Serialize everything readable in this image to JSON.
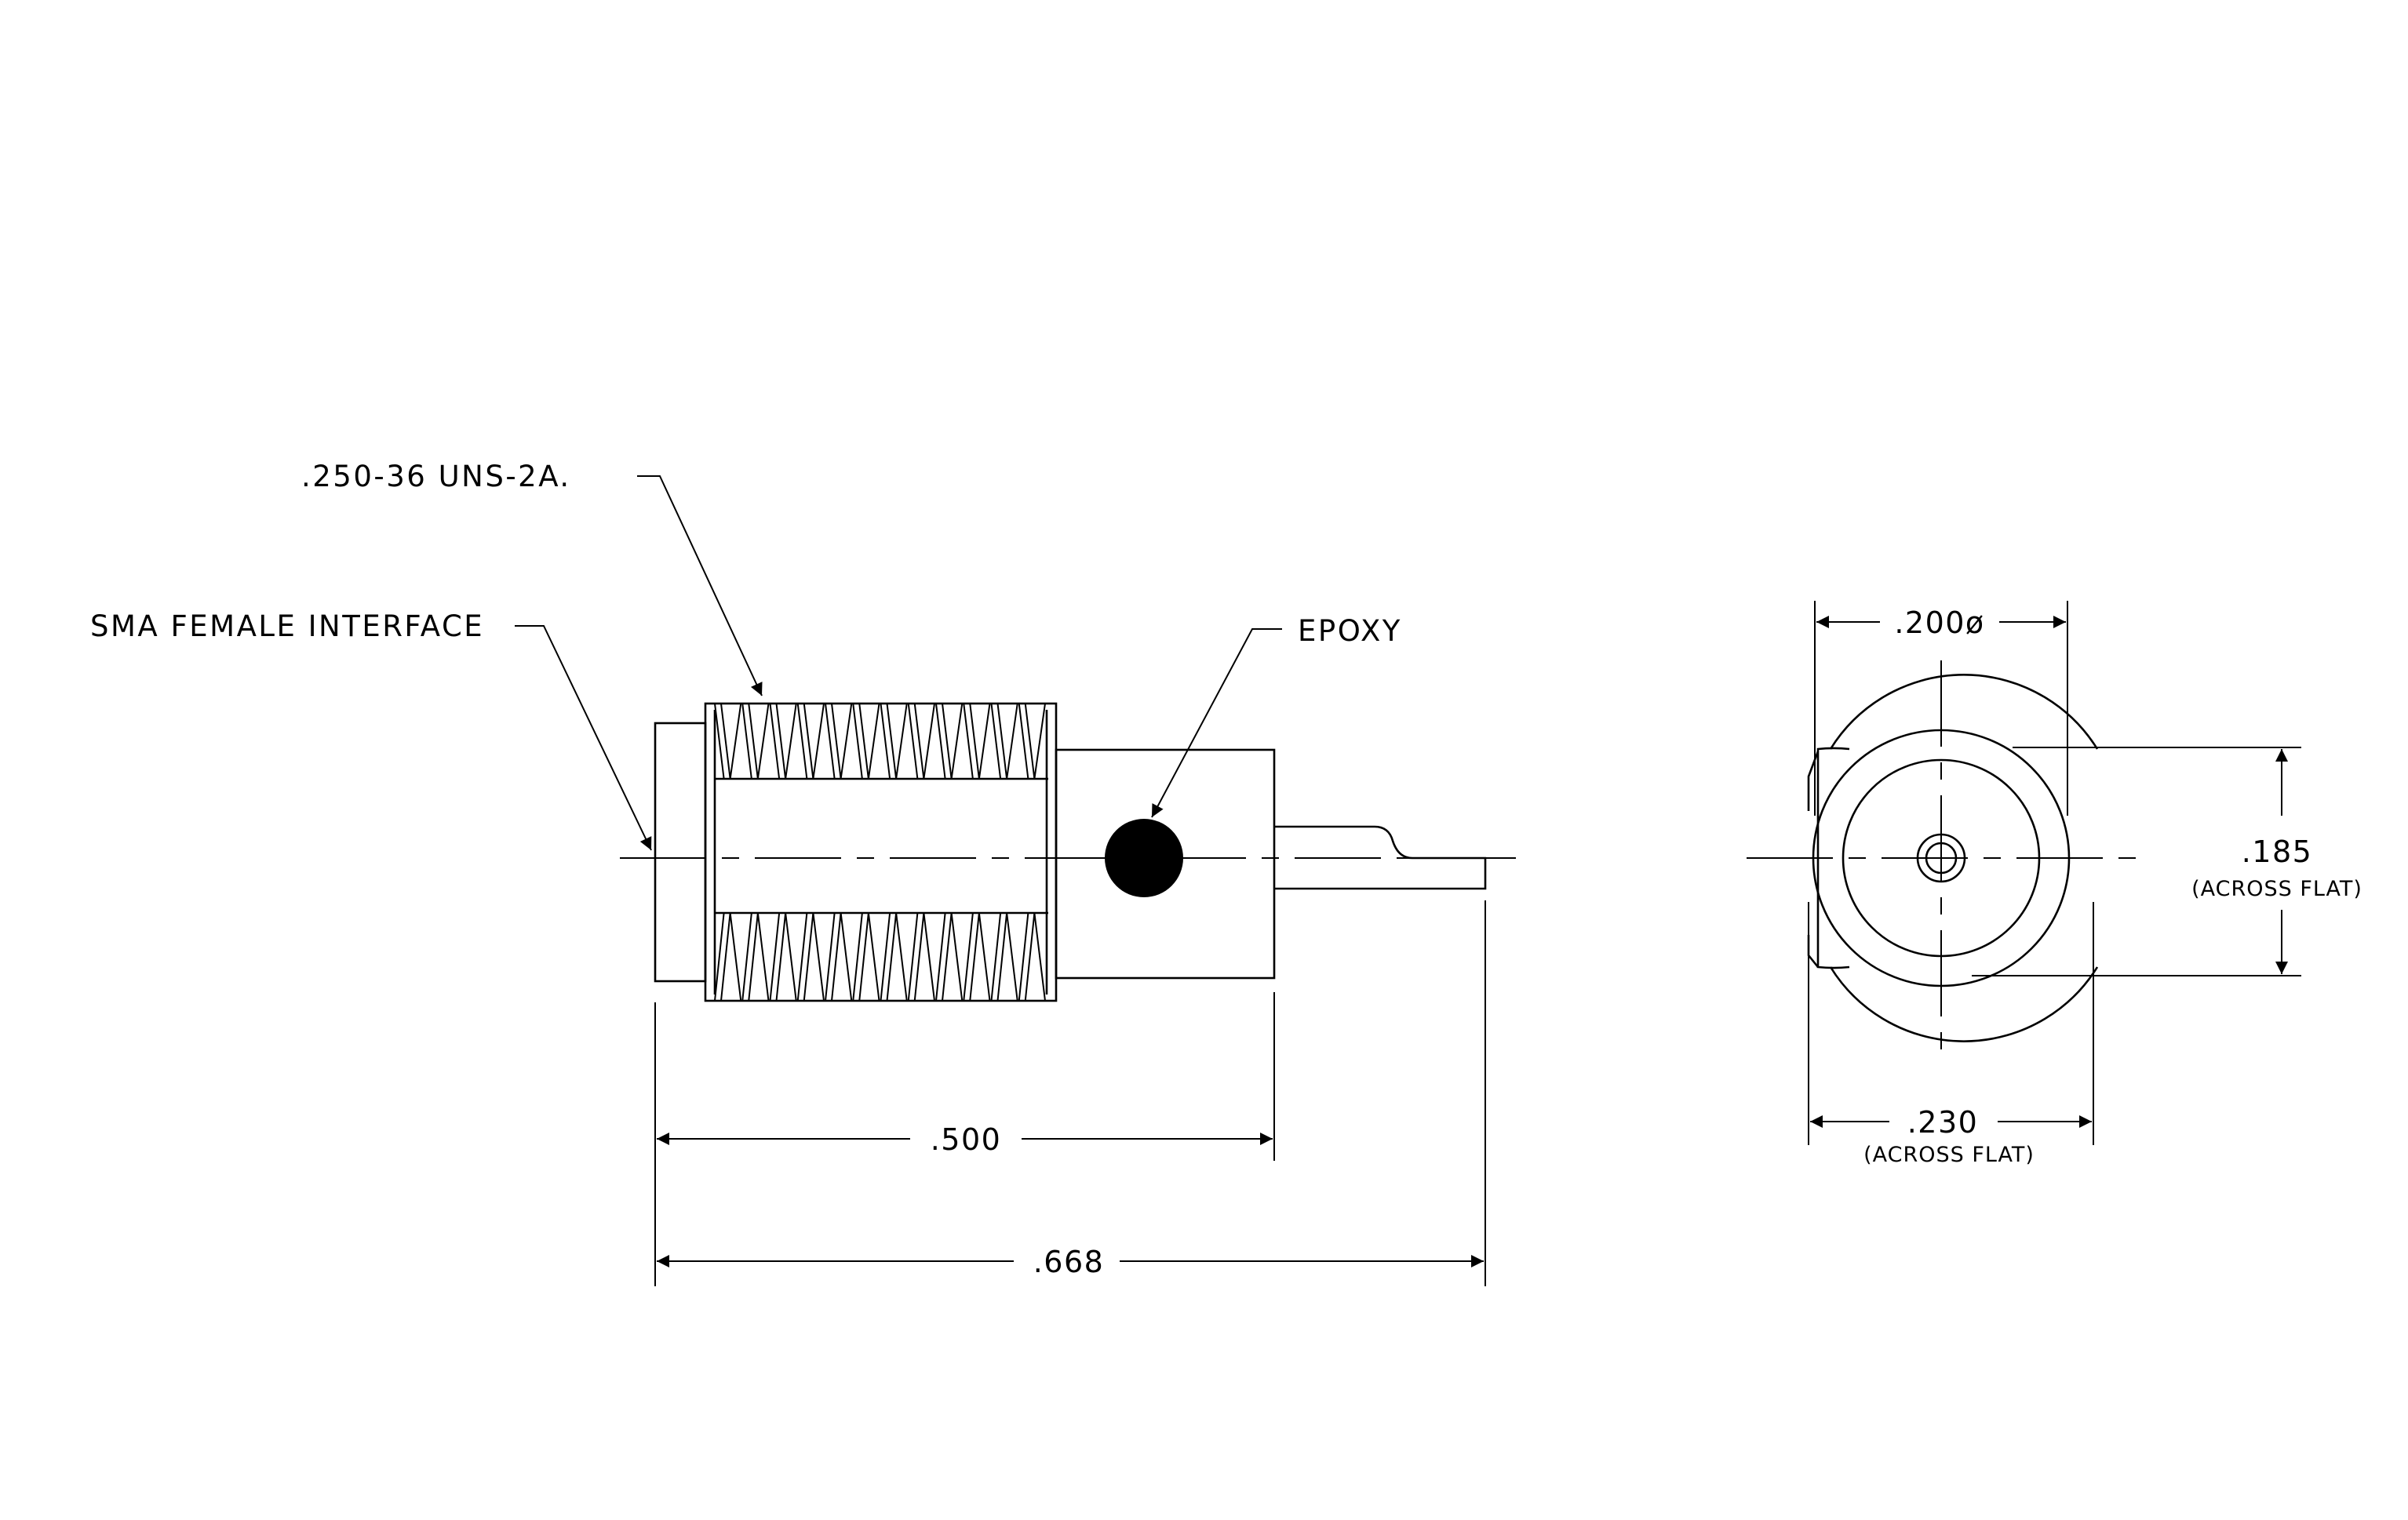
{
  "callouts": {
    "thread": ".250-36 UNS-2A.",
    "interface": "SMA FEMALE INTERFACE",
    "epoxy": "EPOXY"
  },
  "dimensions": {
    "body_length": ".500",
    "overall_length": ".668",
    "flange_diameter": ".200ø",
    "across_flat_vertical": ".185",
    "across_flat_vertical_note": "(ACROSS FLAT)",
    "across_flat_horizontal": ".230",
    "across_flat_horizontal_note": "(ACROSS FLAT)"
  },
  "colors": {
    "line": "#000000",
    "background": "#ffffff"
  }
}
